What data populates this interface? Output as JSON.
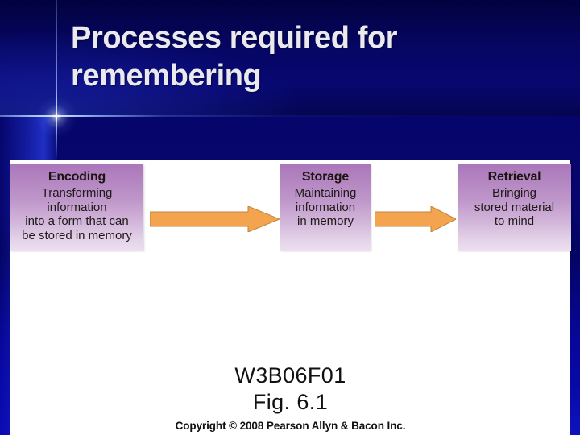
{
  "slide": {
    "title": "Processes required for\nremembering",
    "background_color_top": "#060663",
    "background_color_bottom": "#0a0ab4",
    "title_color": "#e9e9ee"
  },
  "figure": {
    "plate_background": "#ffffff",
    "box_gradient_top": "#ab77bb",
    "box_gradient_bottom": "#ecdff0",
    "arrow_color": "#f4a44f",
    "arrow_stroke": "#c98a3e",
    "boxes": [
      {
        "id": "encoding",
        "title": "Encoding",
        "description": "Transforming information\ninto a form that can\nbe stored in memory"
      },
      {
        "id": "storage",
        "title": "Storage",
        "description": "Maintaining\ninformation\nin memory"
      },
      {
        "id": "retrieval",
        "title": "Retrieval",
        "description": "Bringing\nstored material\nto mind"
      }
    ],
    "arrows": [
      {
        "id": "arrow-encoding-to-storage",
        "icon": "right-arrow-icon"
      },
      {
        "id": "arrow-storage-to-retrieval",
        "icon": "right-arrow-icon"
      }
    ],
    "caption": {
      "code": "W3B06F01",
      "figure_number": "Fig. 6.1",
      "copyright": "Copyright © 2008 Pearson Allyn & Bacon Inc."
    }
  }
}
